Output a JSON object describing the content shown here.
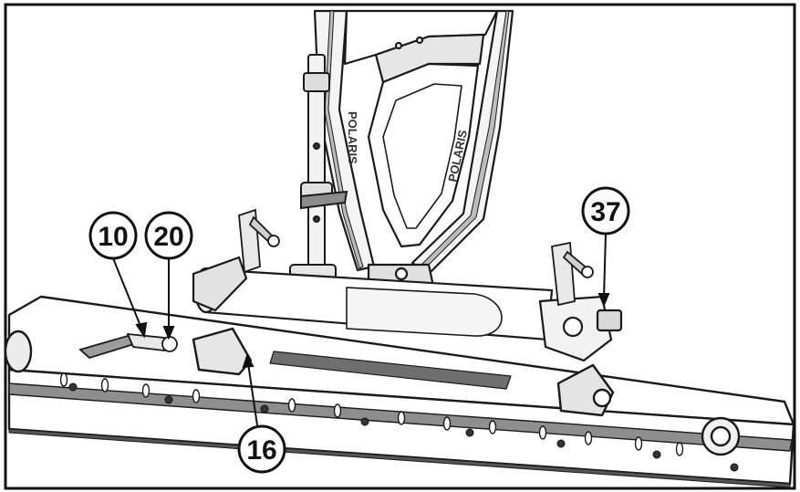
{
  "diagram": {
    "callouts": [
      {
        "id": "c10",
        "label": "10"
      },
      {
        "id": "c20",
        "label": "20"
      },
      {
        "id": "c37",
        "label": "37"
      },
      {
        "id": "c16",
        "label": "16"
      }
    ],
    "frame_text": "POLARIS",
    "frame_text_right": "POLARIS",
    "colors": {
      "line": "#1a1a1a",
      "fill_light": "#ffffff",
      "fill_grey": "#d9d9d9",
      "shade": "#9a9a9a",
      "border": "#111111"
    }
  }
}
